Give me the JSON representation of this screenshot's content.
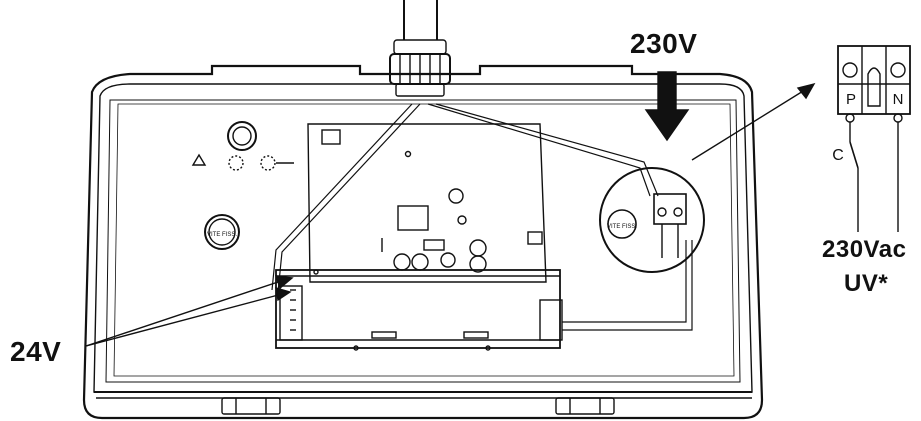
{
  "labels": {
    "supply_top": "230V",
    "low_voltage": "24V",
    "supply_right": "230Vac",
    "supply_right_note": "UV*",
    "switch": "C",
    "terminal_p": "P",
    "terminal_n": "N",
    "screw_left": "VITE FISS.",
    "screw_right": "VITE FISS."
  },
  "colors": {
    "line": "#111111",
    "background": "#ffffff"
  }
}
